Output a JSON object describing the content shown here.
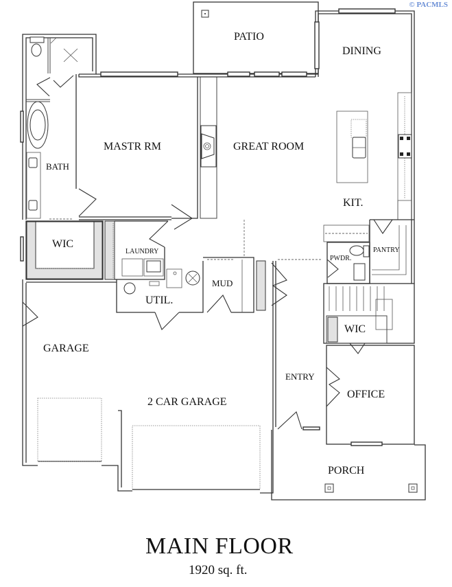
{
  "watermark": "© PACMLS",
  "plan": {
    "title": "MAIN FLOOR",
    "area": "1920 sq. ft.",
    "rooms": {
      "patio": "PATIO",
      "dining": "DINING",
      "mastr_rm": "MASTR RM",
      "great_room": "GREAT ROOM",
      "bath": "BATH",
      "kit": "KIT.",
      "wic_master": "WIC",
      "laundry": "LAUNDRY",
      "util": "UTIL.",
      "mud": "MUD",
      "pwdr": "PWDR.",
      "pantry": "PANTRY",
      "wic_office": "WIC",
      "garage": "GARAGE",
      "two_car_garage": "2 CAR GARAGE",
      "entry": "ENTRY",
      "office": "OFFICE",
      "porch": "PORCH"
    }
  },
  "colors": {
    "wall": "#333333",
    "shelf_fill": "#e2e2e2",
    "watermark": "#6b8fd6"
  }
}
